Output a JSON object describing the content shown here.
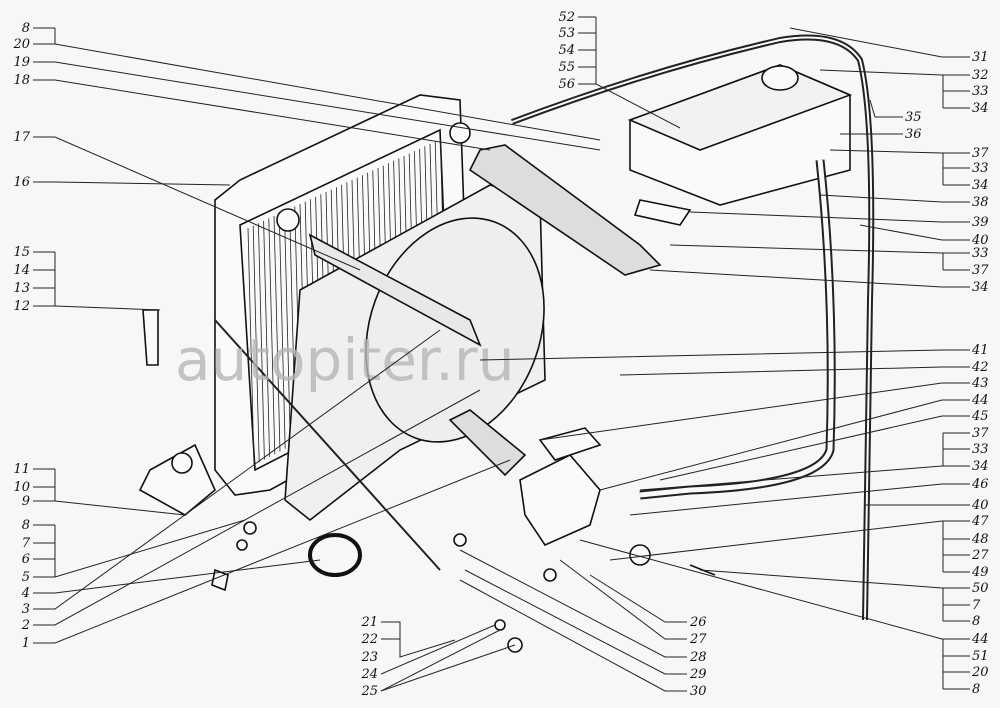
{
  "watermark": "autopiter.ru",
  "labels": {
    "left": [
      "8",
      "20",
      "19",
      "18",
      "17",
      "16",
      "15",
      "14",
      "13",
      "12",
      "11",
      "10",
      "9",
      "8",
      "7",
      "6",
      "5",
      "4",
      "3",
      "2",
      "1"
    ],
    "top": [
      "52",
      "53",
      "54",
      "55",
      "56"
    ],
    "right": [
      "31",
      "32",
      "33",
      "34",
      "35",
      "36",
      "37",
      "33",
      "34",
      "38",
      "39",
      "40",
      "33",
      "37",
      "34",
      "41",
      "42",
      "43",
      "44",
      "45",
      "37",
      "33",
      "34",
      "46",
      "40",
      "47",
      "48",
      "27",
      "49",
      "50",
      "7",
      "8",
      "44",
      "51",
      "20",
      "8"
    ],
    "bottom_left": [
      "21",
      "22",
      "23",
      "24",
      "25"
    ],
    "bottom_right": [
      "26",
      "27",
      "28",
      "29",
      "30"
    ]
  }
}
